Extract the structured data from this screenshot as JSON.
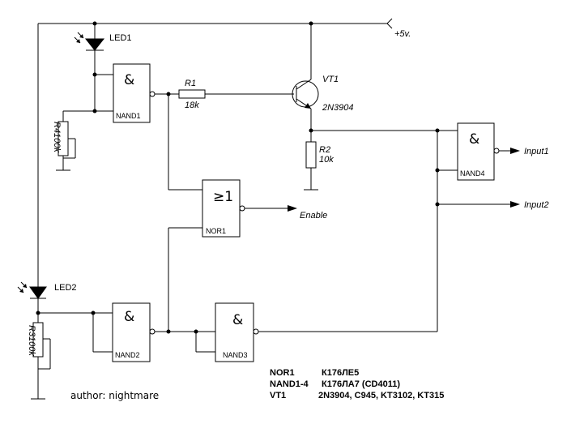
{
  "gates": {
    "nand1": {
      "symbol": "&",
      "name": "NAND1"
    },
    "nand2": {
      "symbol": "&",
      "name": "NAND2"
    },
    "nand3": {
      "symbol": "&",
      "name": "NAND3"
    },
    "nand4": {
      "symbol": "&",
      "name": "NAND4"
    },
    "nor1": {
      "symbol": "≥1",
      "name": "NOR1"
    }
  },
  "components": {
    "led1": "LED1",
    "led2": "LED2",
    "r1_name": "R1",
    "r1_value": "18k",
    "r2_name": "R2",
    "r2_value": "10k",
    "r4_label": "R4100k",
    "r3_label": "R3100k",
    "vt1_name": "VT1",
    "vt1_part": "2N3904"
  },
  "nets": {
    "supply": "+5v.",
    "enable": "Enable",
    "input1": "Input1",
    "input2": "Input2"
  },
  "bom": [
    {
      "ref": "NOR1",
      "part": "К176ЛЕ5"
    },
    {
      "ref": "NAND1-4",
      "part": "К176ЛА7 (CD4011)"
    },
    {
      "ref": "VT1",
      "part": "2N3904, C945, KT3102, KT315"
    }
  ],
  "author": "author: nightmare"
}
